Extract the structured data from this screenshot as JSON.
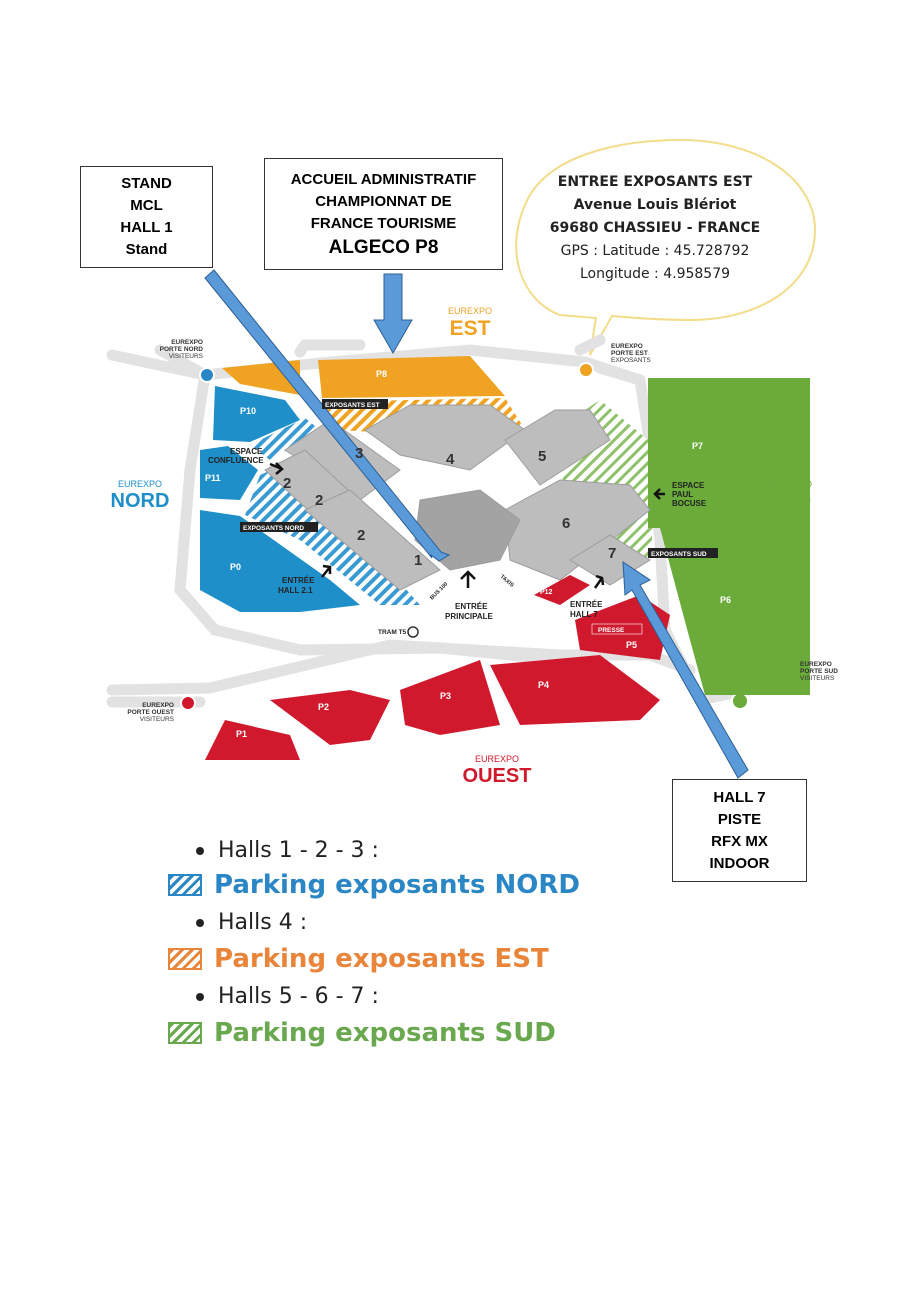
{
  "colors": {
    "nord": "#1f8fc9",
    "est": "#f0a322",
    "sud": "#6aab3a",
    "ouest": "#d1192d",
    "hall": "#b9b9b9",
    "arrow": "#5a9ad8",
    "legend_nord": "#2a86c4",
    "legend_est": "#e8853a",
    "legend_sud": "#6aa84f"
  },
  "callouts": {
    "stand": [
      "STAND",
      "MCL",
      "HALL 1",
      "Stand"
    ],
    "accueil": [
      "ACCUEIL ADMINISTRATIF",
      "CHAMPIONNAT DE",
      "FRANCE TOURISME"
    ],
    "accueil_big": "ALGECO P8",
    "hall7": [
      "HALL 7",
      "PISTE",
      "RFX MX",
      "INDOOR"
    ]
  },
  "bubble": {
    "line1": "ENTREE  EXPOSANTS  EST",
    "line2": "Avenue Louis Blériot",
    "line3": "69680 CHASSIEU  - FRANCE",
    "line4": "GPS : Latitude  : 45.728792",
    "line5": "Longitude  : 4.958579"
  },
  "zones": {
    "eurexpo": "EUREXPO",
    "nord": "NORD",
    "est": "EST",
    "sud": "SUD",
    "ouest": "OUEST"
  },
  "gates": {
    "porte_nord": [
      "EUREXPO",
      "PORTE NORD",
      "VISITEURS"
    ],
    "porte_est": [
      "EUREXPO",
      "PORTE EST",
      "EXPOSANTS"
    ],
    "porte_sud": [
      "EUREXPO",
      "PORTE SUD",
      "VISITEURS"
    ],
    "porte_ouest": [
      "EUREXPO",
      "PORTE OUEST",
      "VISITEURS"
    ]
  },
  "parkings": [
    "P8",
    "P10",
    "P11",
    "P0",
    "P7",
    "P6",
    "P5",
    "P4",
    "P3",
    "P2",
    "P1",
    "P12"
  ],
  "halls": [
    "1",
    "2",
    "3",
    "4",
    "5",
    "6",
    "7"
  ],
  "map_labels": {
    "exposants_est": "EXPOSANTS EST",
    "exposants_nord": "EXPOSANTS NORD",
    "exposants_sud": "EXPOSANTS SUD",
    "espace_confluence": [
      "ESPACE",
      "CONFLUENCE"
    ],
    "espace_paul_bocuse": [
      "ESPACE",
      "PAUL",
      "BOCUSE"
    ],
    "entree_hall21": [
      "ENTRÉE",
      "HALL 2.1"
    ],
    "entree_hall7": [
      "ENTRÉE",
      "HALL 7"
    ],
    "entree_principale": [
      "ENTRÉE",
      "PRINCIPALE"
    ],
    "bus": "BUS 100",
    "taxis": "TAXIS",
    "tram": "TRAM T5",
    "presse": "PRESSE"
  },
  "legend": {
    "halls_123": "Halls 1 - 2 - 3 :",
    "parking_nord": "Parking exposants NORD",
    "halls_4": "Halls 4 :",
    "parking_est": "Parking exposants EST",
    "halls_567": "Halls 5 - 6 - 7 :",
    "parking_sud": "Parking exposants SUD"
  }
}
